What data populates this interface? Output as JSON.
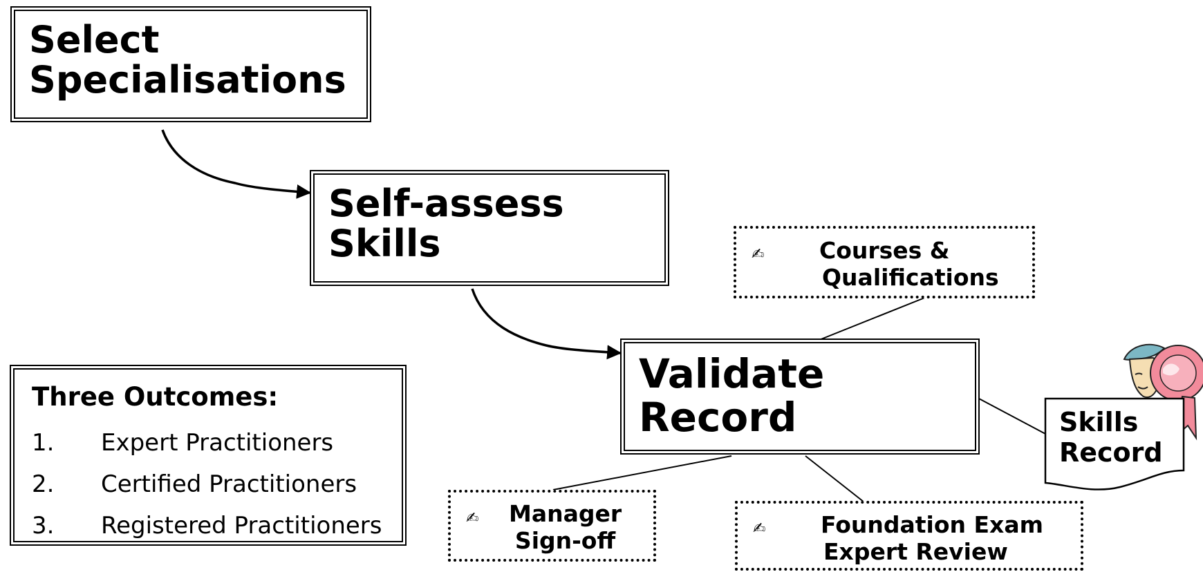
{
  "steps": [
    {
      "line1": "Select",
      "line2": "Specialisations"
    },
    {
      "line1": "Self-assess",
      "line2": "Skills"
    },
    {
      "line1": "Validate",
      "line2": "Record"
    }
  ],
  "evidence": {
    "courses": {
      "line1": "Courses &",
      "line2": "Qualifications"
    },
    "manager": {
      "line1": "Manager",
      "line2": "Sign-off"
    },
    "exam": {
      "line1": "Foundation Exam",
      "line2": "Expert Review"
    }
  },
  "pen_glyph": "✍",
  "outcomes": {
    "title": "Three Outcomes:",
    "items": [
      {
        "num": "1.",
        "text": "Expert Practitioners"
      },
      {
        "num": "2.",
        "text": "Certified Practitioners"
      },
      {
        "num": "3.",
        "text": "Registered Practitioners"
      }
    ]
  },
  "skills_record": {
    "line1": "Skills",
    "line2": "Record"
  },
  "icons": {
    "pen": "pen-icon",
    "clipart": "clipart-person-with-rosette-icon",
    "document": "document-icon"
  }
}
